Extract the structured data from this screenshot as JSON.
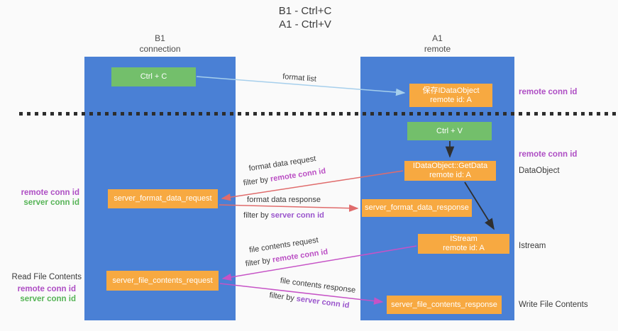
{
  "title": {
    "line1": "B1 - Ctrl+C",
    "line2": "A1 - Ctrl+V"
  },
  "lanes": {
    "b1": {
      "name": "B1",
      "subtitle": "connection"
    },
    "a1": {
      "name": "A1",
      "subtitle": "remote"
    }
  },
  "boxes": {
    "ctrl_c": {
      "label": "Ctrl + C"
    },
    "save_dataobject": {
      "line1": "保存IDataObject",
      "line2": "remote id: A"
    },
    "ctrl_v": {
      "label": "Ctrl + V"
    },
    "getdata": {
      "line1": "IDataObject::GetData",
      "line2": "remote id: A"
    },
    "format_request": {
      "label": "server_format_data_request"
    },
    "format_response": {
      "label": "server_format_data_response"
    },
    "istream": {
      "line1": "IStream",
      "line2": "remote id: A"
    },
    "file_request": {
      "label": "server_file_contents_request"
    },
    "file_response": {
      "label": "server_file_contents_response"
    }
  },
  "flow_labels": {
    "format_list": "format list",
    "format_data_request": "format data request",
    "format_data_response": "format data response",
    "file_contents_request": "file contents request",
    "file_contents_response": "file contents response",
    "filter_by": "filter by ",
    "remote_conn_id": "remote conn id",
    "server_conn_id": "server conn id"
  },
  "left_annotations": {
    "remote_conn_1": "remote conn id",
    "server_conn_1": "server conn id",
    "read_file": "Read File Contents",
    "remote_conn_2": "remote conn id",
    "server_conn_2": "server conn id"
  },
  "right_annotations": {
    "remote_conn_1": "remote conn id",
    "remote_conn_2": "remote conn id",
    "dataobject": "DataObject",
    "istream": "Istream",
    "write_file": "Write File Contents"
  },
  "colors": {
    "lane_blue": "#4a80d5",
    "box_orange": "#f7a941",
    "box_green": "#73bf6b",
    "arrow_red": "#e06c6c",
    "arrow_magenta": "#c653c6",
    "arrow_lightblue": "#a6cfec",
    "arrow_black": "#2f2f2f",
    "label_purple": "#ae4ec4",
    "label_green": "#56b456"
  }
}
